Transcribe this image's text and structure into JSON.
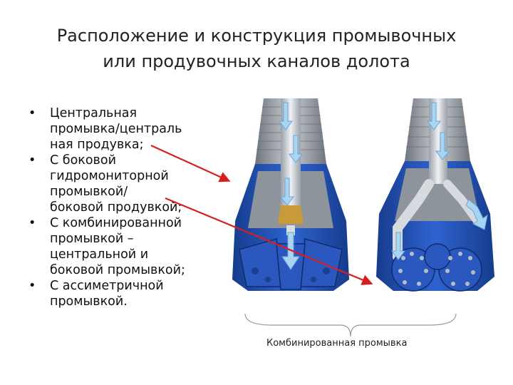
{
  "title_line1": "Расположение и конструкция промывочных",
  "title_line2": "или продувочных каналов долота",
  "bullets": [
    "Центральная промывка/централь ная продувка;",
    "С боковой гидромониторной промывкой/ боковой продувкой;",
    "С комбинированной промывкой – центральной и боковой промывкой;",
    "С ассиметричной промывкой."
  ],
  "bullet_lines": [
    [
      "Центральная",
      "промывка/централь",
      "ная продувка;"
    ],
    [
      "С боковой",
      "гидромониторной",
      "промывкой/",
      "боковой продувкой;"
    ],
    [
      "С комбинированной",
      "промывкой –",
      "центральной и",
      "боковой промывкой;"
    ],
    [
      "С ассиметричной",
      "промывкой."
    ]
  ],
  "bullet_symbol": "•",
  "caption": "Комбинированная промывка",
  "colors": {
    "bit_blue": "#1f4fb8",
    "steel": "#9aa0a8",
    "arrow_red": "#d81e1e",
    "flow_light": "#a9d4f2"
  }
}
